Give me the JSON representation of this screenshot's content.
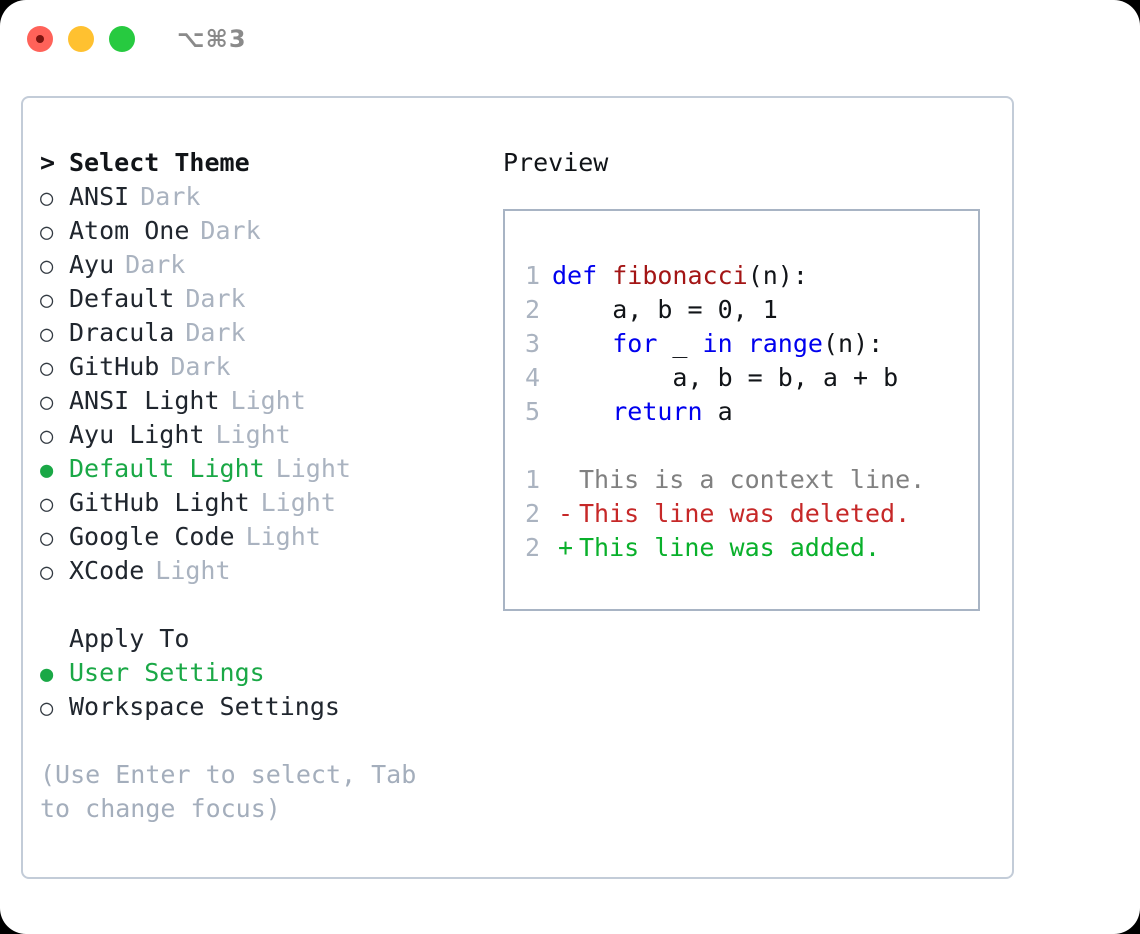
{
  "titlebar": {
    "shortcut": "⌥⌘3",
    "buttons": [
      "close",
      "minimize",
      "maximize"
    ]
  },
  "theme_list": {
    "heading": "Select Theme",
    "heading_marker": ">",
    "bullet_selected": "●",
    "bullet_unselected": "○",
    "items": [
      {
        "name": "ANSI",
        "tag": "Dark",
        "selected": false
      },
      {
        "name": "Atom One",
        "tag": "Dark",
        "selected": false
      },
      {
        "name": "Ayu",
        "tag": "Dark",
        "selected": false
      },
      {
        "name": "Default",
        "tag": "Dark",
        "selected": false
      },
      {
        "name": "Dracula",
        "tag": "Dark",
        "selected": false
      },
      {
        "name": "GitHub",
        "tag": "Dark",
        "selected": false
      },
      {
        "name": "ANSI Light",
        "tag": "Light",
        "selected": false
      },
      {
        "name": "Ayu Light",
        "tag": "Light",
        "selected": false
      },
      {
        "name": "Default Light",
        "tag": "Light",
        "selected": true
      },
      {
        "name": "GitHub Light",
        "tag": "Light",
        "selected": false
      },
      {
        "name": "Google Code",
        "tag": "Light",
        "selected": false
      },
      {
        "name": "XCode",
        "tag": "Light",
        "selected": false
      }
    ]
  },
  "apply_to": {
    "heading": "Apply To",
    "items": [
      {
        "name": "User Settings",
        "selected": true
      },
      {
        "name": "Workspace Settings",
        "selected": false
      }
    ]
  },
  "hint": "(Use Enter to select, Tab to change focus)",
  "preview": {
    "label": "Preview",
    "code_lines": [
      {
        "num": "1",
        "tokens": [
          {
            "t": "def ",
            "c": "kw"
          },
          {
            "t": "fibonacci",
            "c": "fn"
          },
          {
            "t": "(n):",
            "c": "plain"
          }
        ]
      },
      {
        "num": "2",
        "tokens": [
          {
            "t": "    a, b = 0, 1",
            "c": "plain"
          }
        ]
      },
      {
        "num": "3",
        "tokens": [
          {
            "t": "    ",
            "c": "plain"
          },
          {
            "t": "for",
            "c": "kw"
          },
          {
            "t": " _ ",
            "c": "plain"
          },
          {
            "t": "in",
            "c": "kw"
          },
          {
            "t": " ",
            "c": "plain"
          },
          {
            "t": "range",
            "c": "kw"
          },
          {
            "t": "(n):",
            "c": "plain"
          }
        ]
      },
      {
        "num": "4",
        "tokens": [
          {
            "t": "        a, b = b, a + b",
            "c": "plain"
          }
        ]
      },
      {
        "num": "5",
        "tokens": [
          {
            "t": "    ",
            "c": "plain"
          },
          {
            "t": "return",
            "c": "kw"
          },
          {
            "t": " a",
            "c": "plain"
          }
        ]
      }
    ],
    "diff_lines": [
      {
        "num": "1",
        "marker": " ",
        "text": "This is a context line.",
        "kind": "ctx"
      },
      {
        "num": "2",
        "marker": "-",
        "text": "This line was deleted.",
        "kind": "del"
      },
      {
        "num": "2",
        "marker": "+",
        "text": "This line was added.",
        "kind": "add"
      }
    ]
  },
  "colors": {
    "selected_green": "#1aa846",
    "tag_gray": "#aab3c0",
    "keyword_blue": "#0000ee",
    "function_red": "#a31515",
    "diff_delete": "#c62828",
    "diff_add": "#09b02b",
    "context_gray": "#808080",
    "panel_border": "#c3ccd8"
  }
}
